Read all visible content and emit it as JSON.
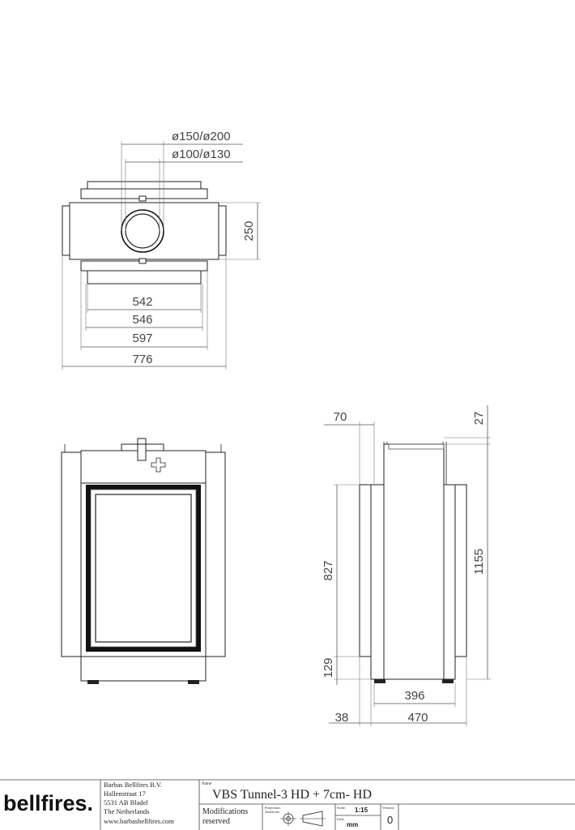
{
  "top_view": {
    "dia_outer": "ø150/ø200",
    "dia_inner": "ø100/ø130",
    "depth": "250",
    "w1": "542",
    "w2": "546",
    "w3": "597",
    "w4": "776"
  },
  "side_view": {
    "d70": "70",
    "d27": "27",
    "d827": "827",
    "d1155": "1155",
    "d129": "129",
    "d396": "396",
    "d38": "38",
    "d470": "470"
  },
  "title_block": {
    "logo": "bellfires.",
    "company": "Barbas Bellfires B.V.",
    "street": "Hallenstraat 17",
    "postal": "5531 AB Bladel",
    "country": "The Netherlands",
    "website": "www.barbasbellfires.com",
    "name_caption": "Name:",
    "product_name": "VBS Tunnel-3 HD + 7cm- HD",
    "mod_line1": "Modifications",
    "mod_line2": "reserved",
    "projection_caption": "Projection:",
    "projection_value": "American",
    "scale_caption": "Scale:",
    "scale": "1:15",
    "unit_caption": "Unit:",
    "unit": "mm",
    "version_caption": "Version:",
    "version": "0"
  }
}
